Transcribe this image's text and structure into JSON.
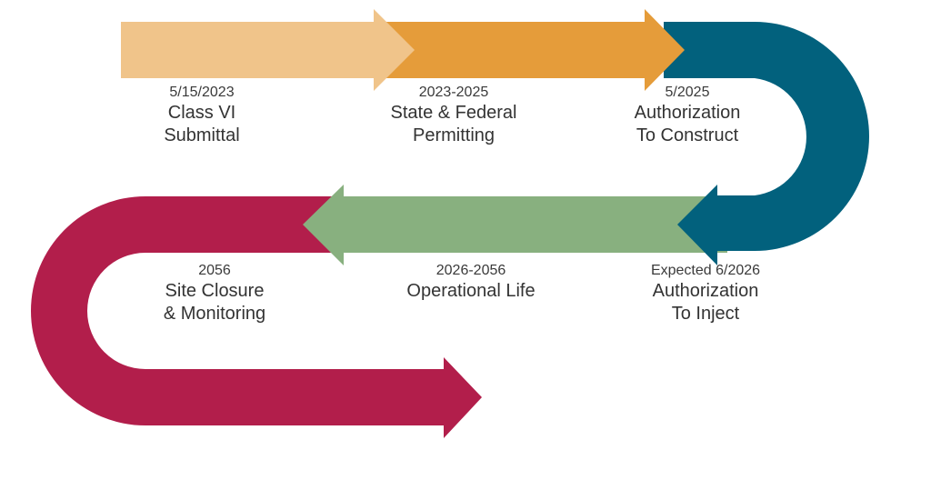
{
  "colors": {
    "step1": "#F0C48A",
    "step2": "#E59C3A",
    "step3": "#02617D",
    "step4": "#88B07F",
    "step5": "#B21E4B"
  },
  "milestones": [
    {
      "date": "5/15/2023",
      "label_line1": "Class VI",
      "label_line2": "Submittal"
    },
    {
      "date": "2023-2025",
      "label_line1": "State & Federal",
      "label_line2": "Permitting"
    },
    {
      "date": "5/2025",
      "label_line1": "Authorization",
      "label_line2": "To Construct"
    },
    {
      "date": "Expected 6/2026",
      "label_line1": "Authorization",
      "label_line2": "To Inject"
    },
    {
      "date": "2026-2056",
      "label_line1": "Operational Life",
      "label_line2": ""
    },
    {
      "date": "2056",
      "label_line1": "Site Closure",
      "label_line2": "& Monitoring"
    }
  ]
}
